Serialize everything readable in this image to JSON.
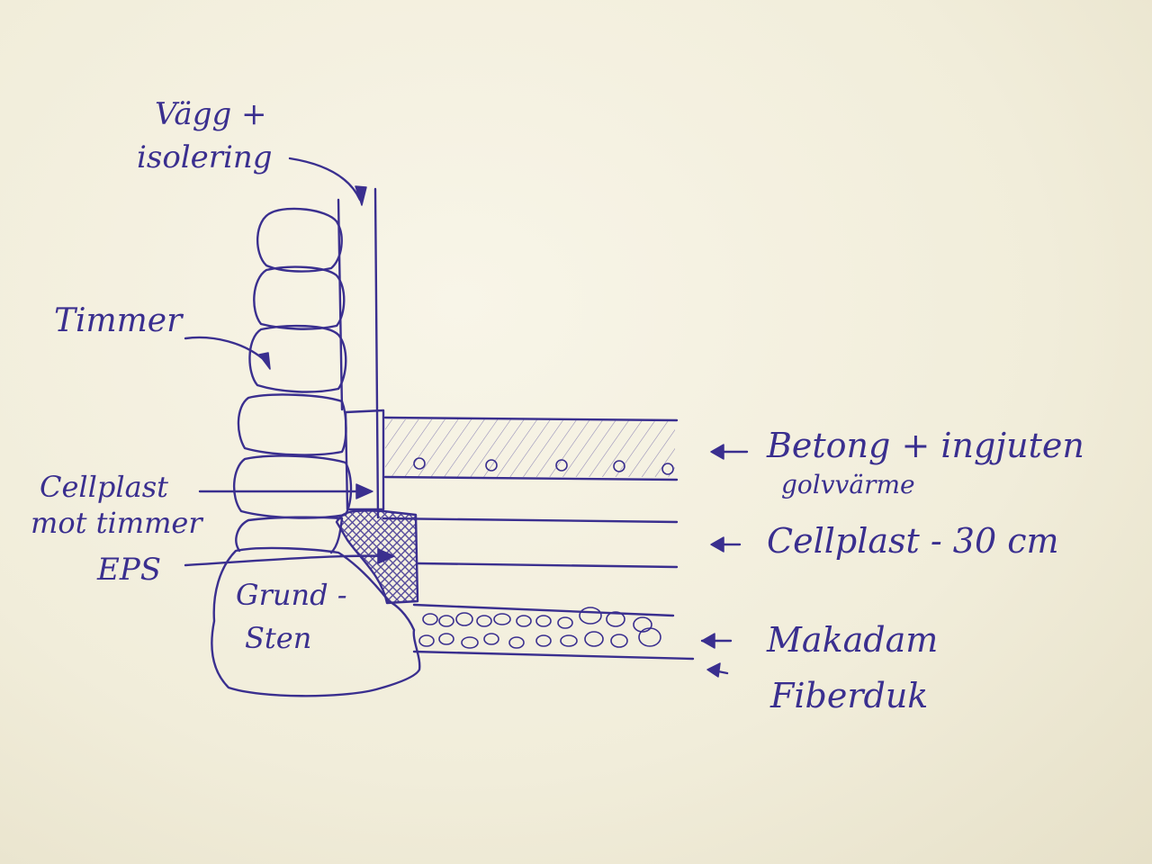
{
  "labels": {
    "wall_line1": "Vägg +",
    "wall_line2": "isolering",
    "timmer": "Timmer",
    "cellplast_timmer_line1": "Cellplast",
    "cellplast_timmer_line2": "mot timmer",
    "eps": "EPS",
    "grundsten_line1": "Grund -",
    "grundsten_line2": "Sten",
    "betong_line1": "Betong + ingjuten",
    "betong_line2": "golvvärme",
    "cellplast_30": "Cellplast - 30 cm",
    "makadam": "Makadam",
    "fiberduk": "Fiberduk"
  },
  "colors": {
    "ink": "#3a2f8f",
    "paper": "#f3efde"
  }
}
